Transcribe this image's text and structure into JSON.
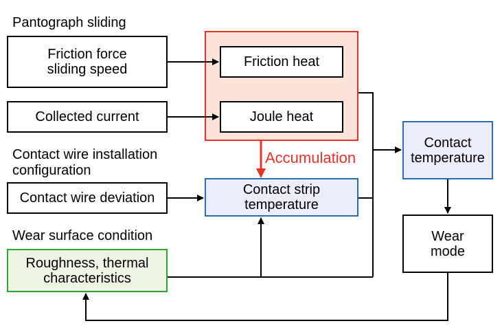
{
  "groups": {
    "pantograph": "Pantograph sliding",
    "installation_line1": "Contact wire installation",
    "installation_line2": "configuration",
    "wear_surface": "Wear surface condition"
  },
  "boxes": {
    "friction_force_line1": "Friction force",
    "friction_force_line2": "sliding speed",
    "collected_current": "Collected current",
    "wire_deviation": "Contact wire deviation",
    "roughness_line1": "Roughness, thermal",
    "roughness_line2": "characteristics",
    "friction_heat": "Friction heat",
    "joule_heat": "Joule heat",
    "strip_temp_line1": "Contact strip",
    "strip_temp_line2": "temperature",
    "contact_temp_line1": "Contact",
    "contact_temp_line2": "temperature",
    "wear_mode_line1": "Wear",
    "wear_mode_line2": "mode"
  },
  "accumulation": "Accumulation",
  "colors": {
    "accent_red": "#e5332a",
    "blue_border": "#2a6cb4",
    "green_border": "#2aa832",
    "red_fill": "#fbe3da"
  }
}
